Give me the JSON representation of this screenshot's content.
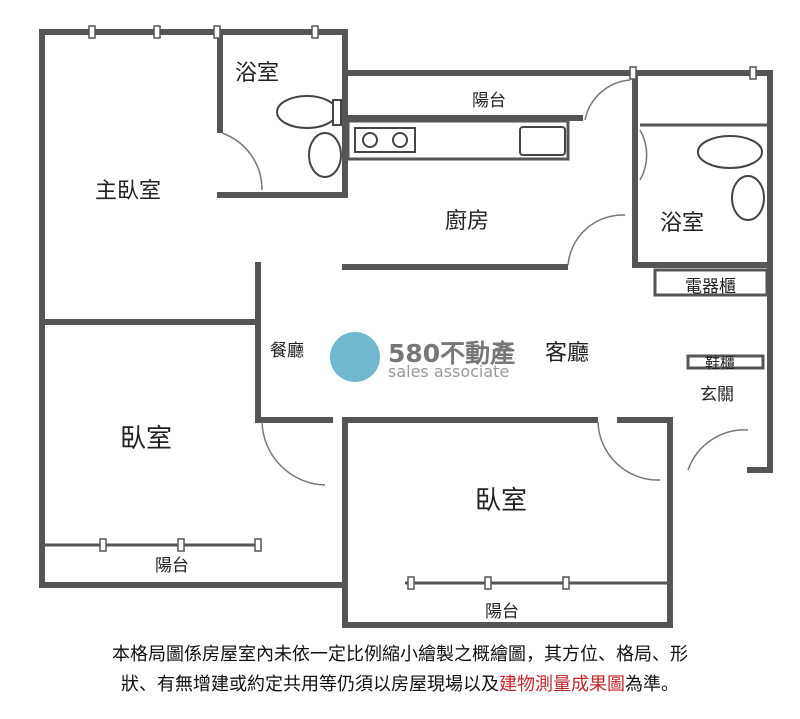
{
  "rooms": {
    "master_bedroom": "主臥室",
    "bath_left": "浴室",
    "balcony_top": "陽台",
    "kitchen": "廚房",
    "bath_right": "浴室",
    "appliance_cabinet": "電器櫃",
    "dining": "餐廳",
    "living": "客廳",
    "shoe_cabinet": "鞋櫃",
    "entrance": "玄關",
    "bedroom_left": "臥室",
    "bedroom_right": "臥室",
    "balcony_left": "陽台",
    "balcony_bottom": "陽台"
  },
  "watermark": {
    "brand": "580不動產",
    "tagline": "sales associate"
  },
  "disclaimer": {
    "line1": "本格局圖係房屋室內未依一定比例縮小繪製之概繪圖，其方位、格局、形",
    "line2_pre": "狀、有無增建或約定共用等仍須以房屋現場以及",
    "line2_red": "建物測量成果圖",
    "line2_post": "為準。"
  },
  "colors": {
    "wall": "#555555",
    "highlight": "#c0282d",
    "logo": "#6fb8cf"
  }
}
